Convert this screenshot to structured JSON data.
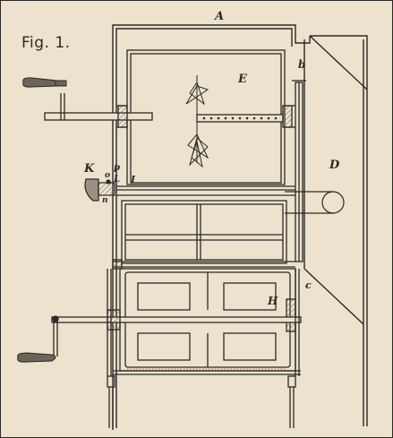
{
  "figure": {
    "caption": "Fig. 1."
  },
  "labels": {
    "A": "A",
    "b": "b",
    "E": "E",
    "D": "D",
    "K": "K",
    "o": "o",
    "p": "p",
    "L": "L",
    "n": "n",
    "I": "I",
    "c": "c",
    "H": "H"
  },
  "colors": {
    "paper": "#ece2cd",
    "ink": "#2c2926",
    "hatch": "#6b645b",
    "accent": "#a23a2e"
  }
}
